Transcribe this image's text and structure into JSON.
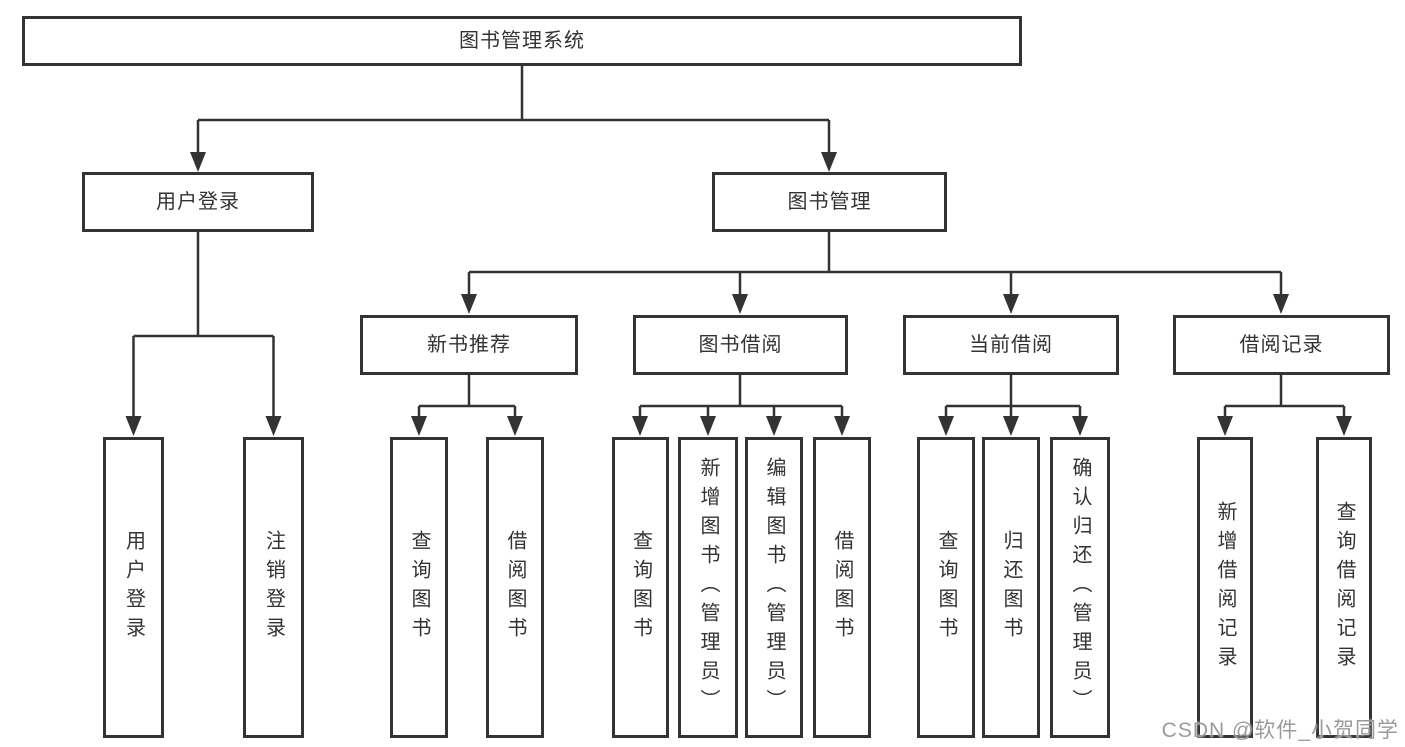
{
  "diagram": {
    "root": {
      "label": "图书管理系统"
    },
    "level2": [
      {
        "label": "用户登录",
        "children": [
          {
            "label": "用户登录"
          },
          {
            "label": "注销登录"
          }
        ]
      },
      {
        "label": "图书管理",
        "children": [
          {
            "label": "新书推荐",
            "children": [
              {
                "label": "查询图书"
              },
              {
                "label": "借阅图书"
              }
            ]
          },
          {
            "label": "图书借阅",
            "children": [
              {
                "label": "查询图书"
              },
              {
                "label": "新增图书（管理员）"
              },
              {
                "label": "编辑图书（管理员）"
              },
              {
                "label": "借阅图书"
              }
            ]
          },
          {
            "label": "当前借阅",
            "children": [
              {
                "label": "查询图书"
              },
              {
                "label": "归还图书"
              },
              {
                "label": "确认归还（管理员）"
              }
            ]
          },
          {
            "label": "借阅记录",
            "children": [
              {
                "label": "新增借阅记录"
              },
              {
                "label": "查询借阅记录"
              }
            ]
          }
        ]
      }
    ]
  },
  "watermark": {
    "text": "CSDN @软件_小贺同学"
  },
  "colors": {
    "line": "#333333",
    "box_border": "#333333",
    "text": "#333333",
    "background": "#ffffff",
    "watermark": "#9b9b9b"
  }
}
